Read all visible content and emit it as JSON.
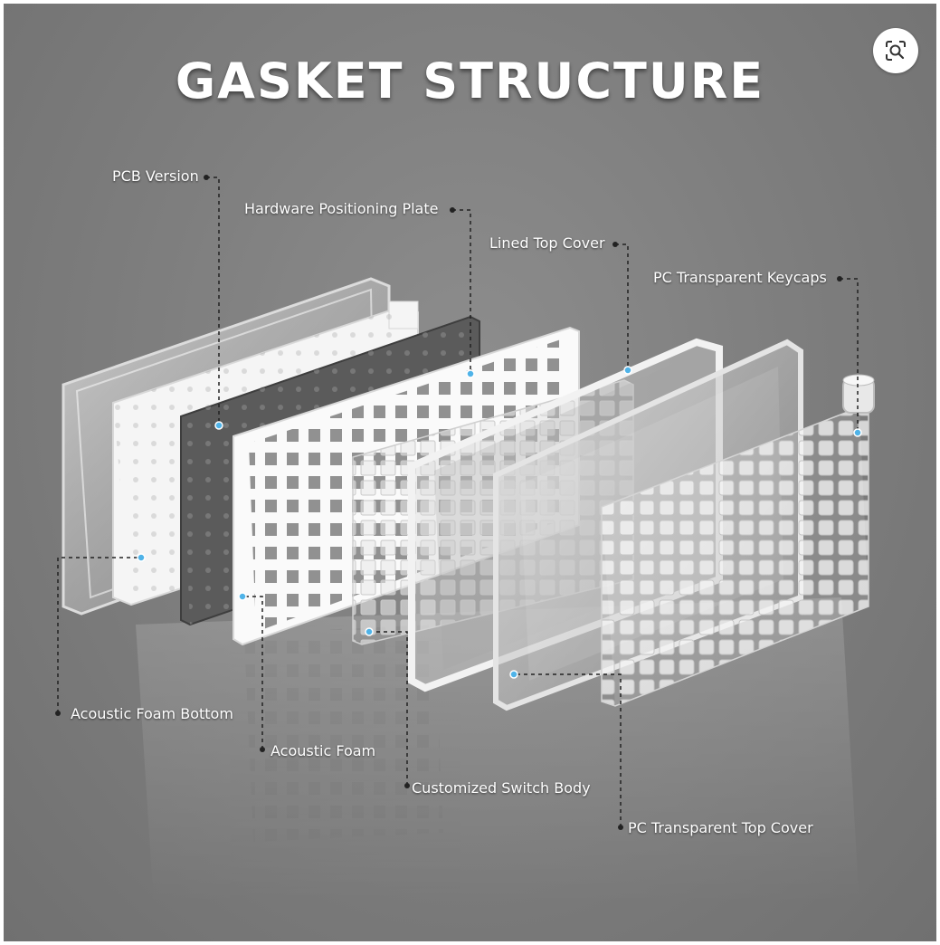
{
  "title": "GASKET STRUCTURE",
  "icons": {
    "lens": "visual-search-icon"
  },
  "labels": {
    "pcb_version": "PCB Version",
    "hardware_positioning_plate": "Hardware Positioning Plate",
    "lined_top_cover": "Lined Top Cover",
    "pc_transparent_keycaps": "PC Transparent Keycaps",
    "acoustic_foam_bottom": "Acoustic Foam Bottom",
    "acoustic_foam": "Acoustic Foam",
    "customized_switch_body": "Customized Switch Body",
    "pc_transparent_top_cover": "PC Transparent Top Cover"
  },
  "colors": {
    "background": "#808080",
    "callout_dot": "#4fb3e8",
    "text": "#ffffff"
  }
}
